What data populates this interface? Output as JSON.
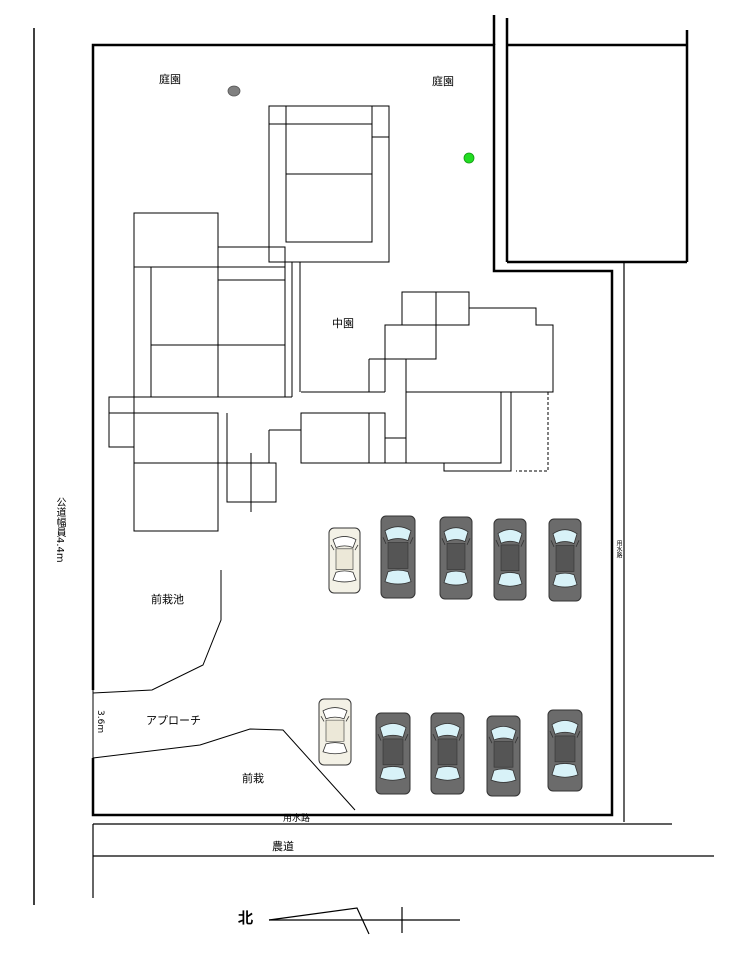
{
  "labels": {
    "garden_left": "庭園",
    "garden_right": "庭園",
    "courtyard": "中園",
    "front_pond": "前栽池",
    "approach": "アプローチ",
    "front_garden": "前栽",
    "irrigation": "用水路",
    "farm_road": "農道",
    "public_road": "公道幅員4.4m",
    "approach_width": "3.6m",
    "side_channel": "用水路",
    "north": "北"
  },
  "colors": {
    "line": "#000000",
    "car_dark_body": "#6b6b6b",
    "car_dark_glass": "#d8f2f8",
    "car_light_body": "#f3f1e6",
    "tree_green": "#22dd22",
    "stone_gray": "#808080"
  },
  "cars": [
    {
      "name": "car-light-top",
      "tone": "light"
    },
    {
      "name": "car-dark-top-1",
      "tone": "dark"
    },
    {
      "name": "car-dark-top-2",
      "tone": "dark"
    },
    {
      "name": "car-dark-top-3",
      "tone": "dark"
    },
    {
      "name": "car-dark-top-4",
      "tone": "dark"
    },
    {
      "name": "car-light-bottom",
      "tone": "light"
    },
    {
      "name": "car-dark-bottom-1",
      "tone": "dark"
    },
    {
      "name": "car-dark-bottom-2",
      "tone": "dark"
    },
    {
      "name": "car-dark-bottom-3",
      "tone": "dark"
    },
    {
      "name": "car-dark-bottom-4",
      "tone": "dark"
    }
  ]
}
